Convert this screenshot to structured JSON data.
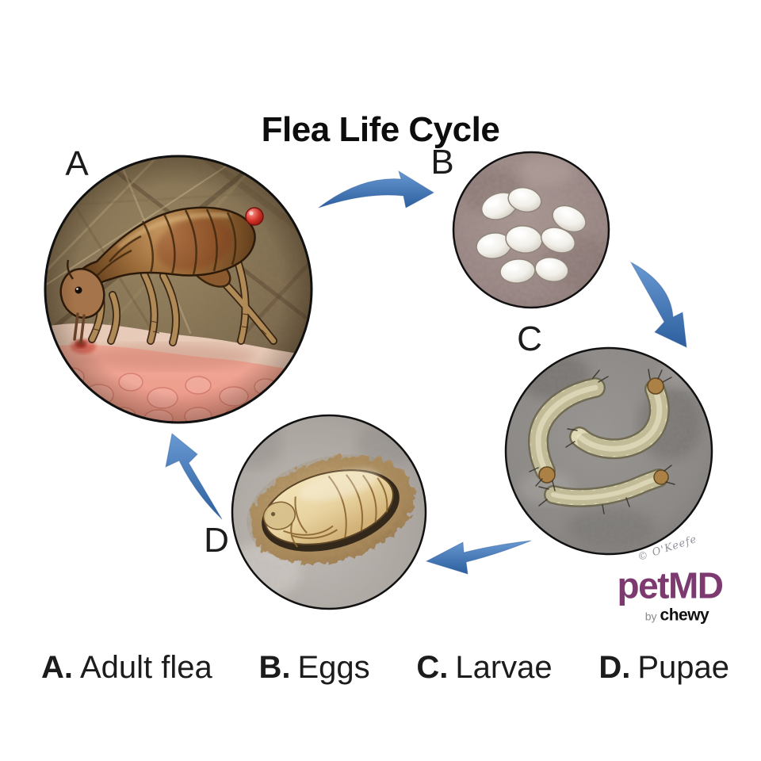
{
  "title": "Flea Life Cycle",
  "stages": [
    {
      "letter": "A",
      "name": "Adult flea"
    },
    {
      "letter": "B",
      "name": "Eggs"
    },
    {
      "letter": "C",
      "name": "Larvae"
    },
    {
      "letter": "D",
      "name": "Pupae"
    }
  ],
  "legend": [
    {
      "key": "A.",
      "label": "Adult flea"
    },
    {
      "key": "B.",
      "label": "Eggs"
    },
    {
      "key": "C.",
      "label": "Larvae"
    },
    {
      "key": "D.",
      "label": "Pupae"
    }
  ],
  "branding": {
    "logo": "petMD",
    "byline_prefix": "by",
    "byline_brand": "chewy"
  },
  "signature": "© O'Keefe",
  "colors": {
    "arrow_blue": "#3d74b8",
    "logo_purple": "#7d3a70",
    "title_text": "#0d0d0d",
    "background": "#ffffff",
    "circle_border": "#111111"
  }
}
